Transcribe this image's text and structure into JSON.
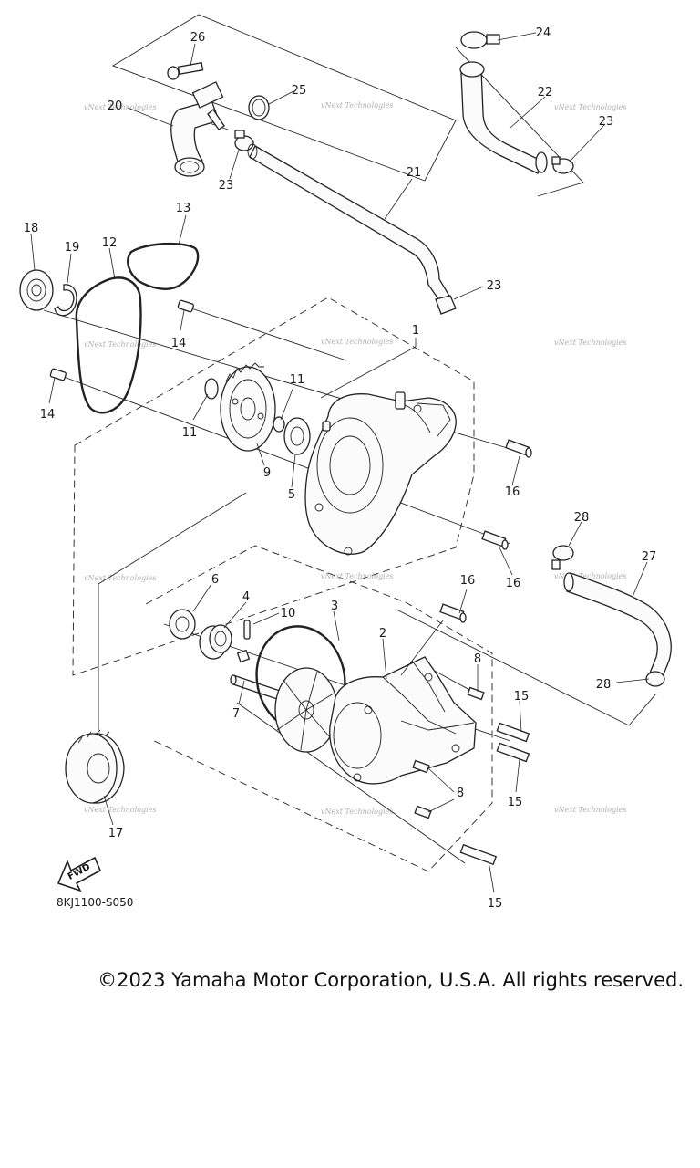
{
  "callouts": [
    "1",
    "2",
    "3",
    "4",
    "5",
    "6",
    "7",
    "8",
    "9",
    "10",
    "11",
    "12",
    "13",
    "14",
    "15",
    "16",
    "17",
    "18",
    "19",
    "20",
    "21",
    "22",
    "23",
    "24",
    "25",
    "26",
    "27",
    "28"
  ],
  "watermark": "vNext Technologies",
  "diagram_code": "8KJ1100-S050",
  "fwd_label": "FWD",
  "copyright": "©2023 Yamaha Motor Corporation, U.S.A. All rights reserved."
}
